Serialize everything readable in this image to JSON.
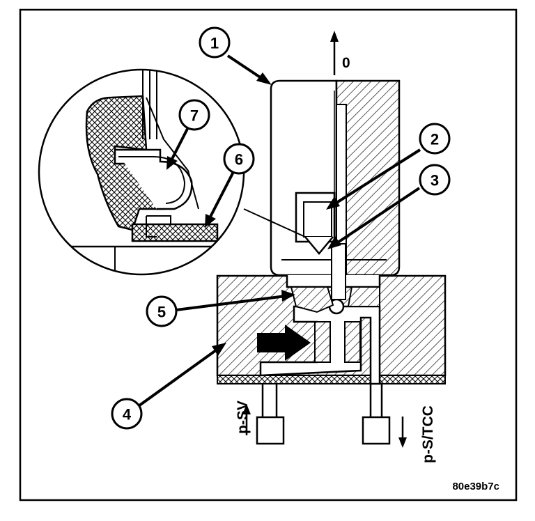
{
  "callouts": {
    "c1": "1",
    "c2": "2",
    "c3": "3",
    "c4": "4",
    "c5": "5",
    "c6": "6",
    "c7": "7"
  },
  "labels": {
    "top_arrow": "0",
    "port_left": "p-SV",
    "port_right": "p-S/TCC",
    "figure_code": "80e39b7c"
  },
  "colors": {
    "ink": "#000000",
    "paper": "#ffffff"
  }
}
